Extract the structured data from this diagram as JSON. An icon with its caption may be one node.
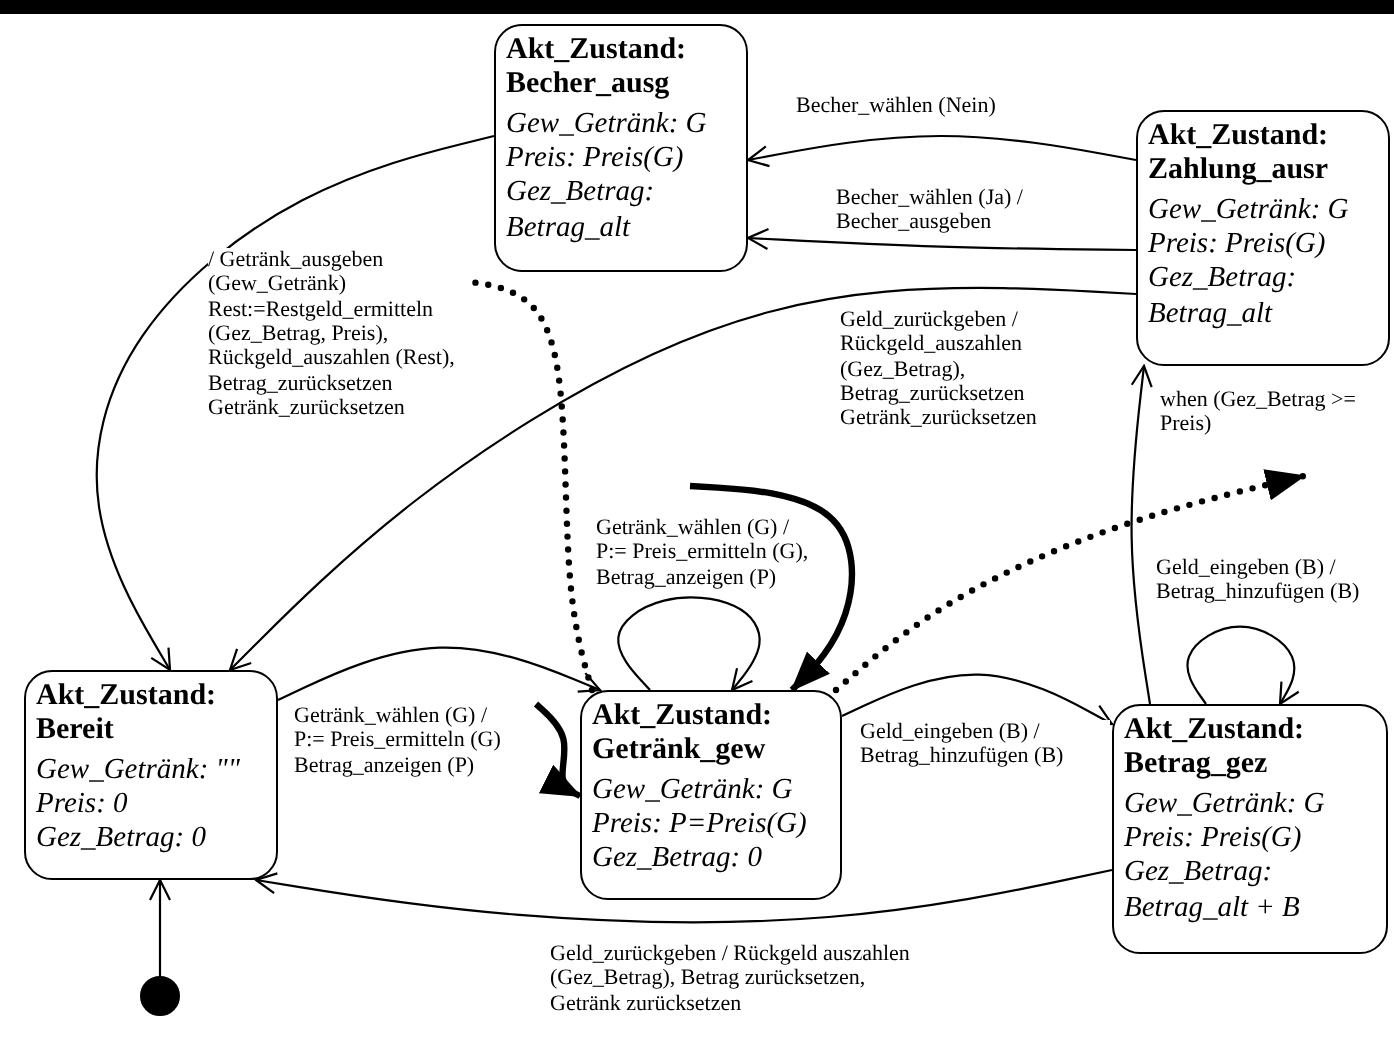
{
  "diagram": {
    "nodes": [
      {
        "text": [
          "Akt_Zustand: Becher_ausg",
          "Gew_Getränk: G",
          "Preis: Preis(G)",
          "Gez_Betrag: Betrag_alt"
        ]
      },
      {
        "text": [
          "Akt_Zustand: Zahlung_ausr",
          "Gew_Getränk: G",
          "Preis: Preis(G)",
          "Gez_Betrag: Betrag_alt"
        ]
      },
      {
        "text": [
          "Akt_Zustand: Bereit",
          "Gew_Getränk: \"\"",
          "Preis: 0",
          "Gez_Betrag: 0"
        ]
      },
      {
        "text": [
          "Akt_Zustand: Getränk_gew",
          "Gew_Getränk: G",
          "Preis: P=Preis(G)",
          "Gez_Betrag: 0"
        ]
      },
      {
        "text": [
          "Akt_Zustand: Betrag_gez",
          "Gew_Getränk: G",
          "Preis: Preis(G)",
          "Gez_Betrag: Betrag_alt + B"
        ]
      },
      {
        "text": [],
        "shape": "circle"
      }
    ],
    "edges": [
      {
        "from": 5,
        "to": 2,
        "arrow": "to"
      },
      {
        "from": 0,
        "to": 2,
        "arrow": "to",
        "label": "/ Getränk_ausgeben (Gew_Getränk) Rest:=Restgeld_ermitteln (Gez_Betrag, Preis), Rückgeld_auszahlen (Rest), Betrag_zurücksetzen Getränk_zurücksetzen"
      },
      {
        "from": 1,
        "to": 2,
        "arrow": "to",
        "label": "Geld_zurückgeben / Rückgeld_auszahlen (Gez_Betrag), Betrag_zurücksetzen Getränk_zurücksetzen"
      },
      {
        "from": 1,
        "to": 0,
        "arrow": "to",
        "label": "Becher_wählen (Nein)"
      },
      {
        "from": 1,
        "to": 0,
        "arrow": "to",
        "label": "Becher_wählen (Ja) / Becher_ausgeben"
      },
      {
        "from": 2,
        "to": 3,
        "arrow": "to",
        "label": "Getränk_wählen (G) / P:= Preis_ermitteln (G) Betrag_anzeigen (P)"
      },
      {
        "from": 3,
        "to": 3,
        "arrow": "to",
        "label": "Getränk_wählen (G) / P:= Preis_ermitteln (G), Betrag_anzeigen (P)"
      },
      {
        "from": 3,
        "to": 4,
        "arrow": "to",
        "label": "Geld_eingeben (B) / Betrag_hinzufügen (B)"
      },
      {
        "from": 4,
        "to": 4,
        "arrow": "to",
        "label": "Geld_eingeben (B) / Betrag_hinzufügen (B)"
      },
      {
        "from": 4,
        "to": 1,
        "arrow": "to",
        "label": "when (Gez_Betrag >= Preis)"
      },
      {
        "from": 4,
        "to": 2,
        "arrow": "to",
        "label": "Geld_zurückgeben / Rückgeld auszahlen (Gez_Betrag), Betrag zurücksetzen, Getränk zurücksetzen"
      },
      {
        "from": null,
        "to": 3,
        "arrow": "to",
        "style": "thick"
      },
      {
        "from": null,
        "to": 3,
        "arrow": "to",
        "style": "thick"
      },
      {
        "from": 3,
        "to": null,
        "arrow": "to",
        "style": "dashed"
      },
      {
        "from": 3,
        "to": null,
        "arrow": "to",
        "style": "dashed"
      }
    ]
  }
}
